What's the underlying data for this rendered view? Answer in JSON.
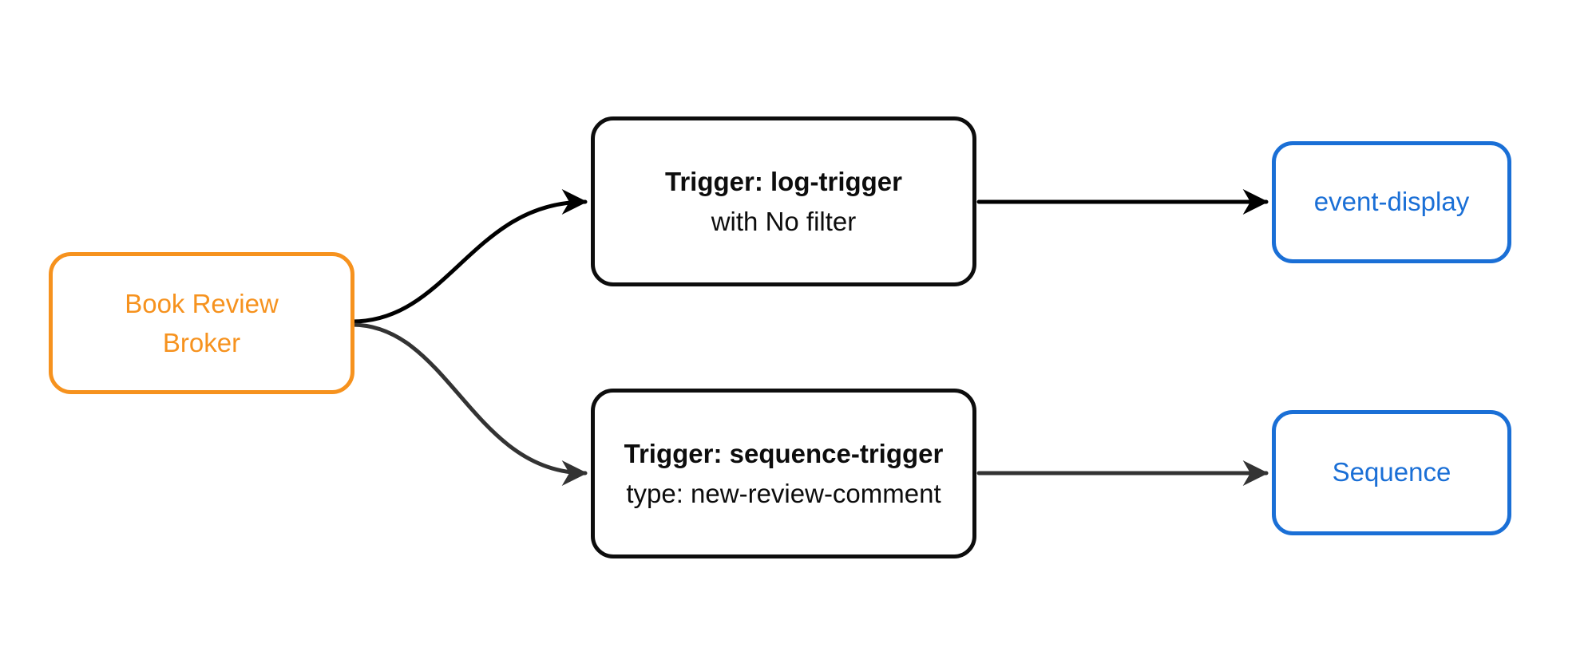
{
  "diagram": {
    "type": "flowchart",
    "background_color": "#ffffff",
    "nodes": {
      "broker": {
        "lines": [
          "Book Review",
          "Broker"
        ],
        "border_color": "#F6921E",
        "text_color": "#F6921E",
        "fill_color": "#ffffff"
      },
      "log_trigger": {
        "title": "Trigger: log-trigger",
        "subtitle": "with No filter",
        "border_color": "#0d0d0d",
        "text_color": "#0d0d0d",
        "fill_color": "#ffffff"
      },
      "sequence_trigger": {
        "title": "Trigger: sequence-trigger",
        "subtitle": "type: new-review-comment",
        "border_color": "#0d0d0d",
        "text_color": "#0d0d0d",
        "fill_color": "#ffffff"
      },
      "event_display": {
        "label": "event-display",
        "border_color": "#1A6FD6",
        "text_color": "#1A6FD6",
        "fill_color": "#ffffff"
      },
      "sequence": {
        "label": "Sequence",
        "border_color": "#1A6FD6",
        "text_color": "#1A6FD6",
        "fill_color": "#ffffff"
      }
    },
    "edges": {
      "broker_to_log_trigger": {
        "from": "broker",
        "to": "log_trigger",
        "color": "#000000",
        "style": "curved",
        "arrowhead": "filled-triangle"
      },
      "broker_to_sequence_trigger": {
        "from": "broker",
        "to": "sequence_trigger",
        "color": "#333333",
        "style": "curved",
        "arrowhead": "filled-triangle"
      },
      "log_trigger_to_event_display": {
        "from": "log_trigger",
        "to": "event_display",
        "color": "#000000",
        "style": "straight",
        "arrowhead": "filled-triangle"
      },
      "sequence_trigger_to_sequence": {
        "from": "sequence_trigger",
        "to": "sequence",
        "color": "#333333",
        "style": "straight",
        "arrowhead": "filled-triangle"
      }
    }
  }
}
